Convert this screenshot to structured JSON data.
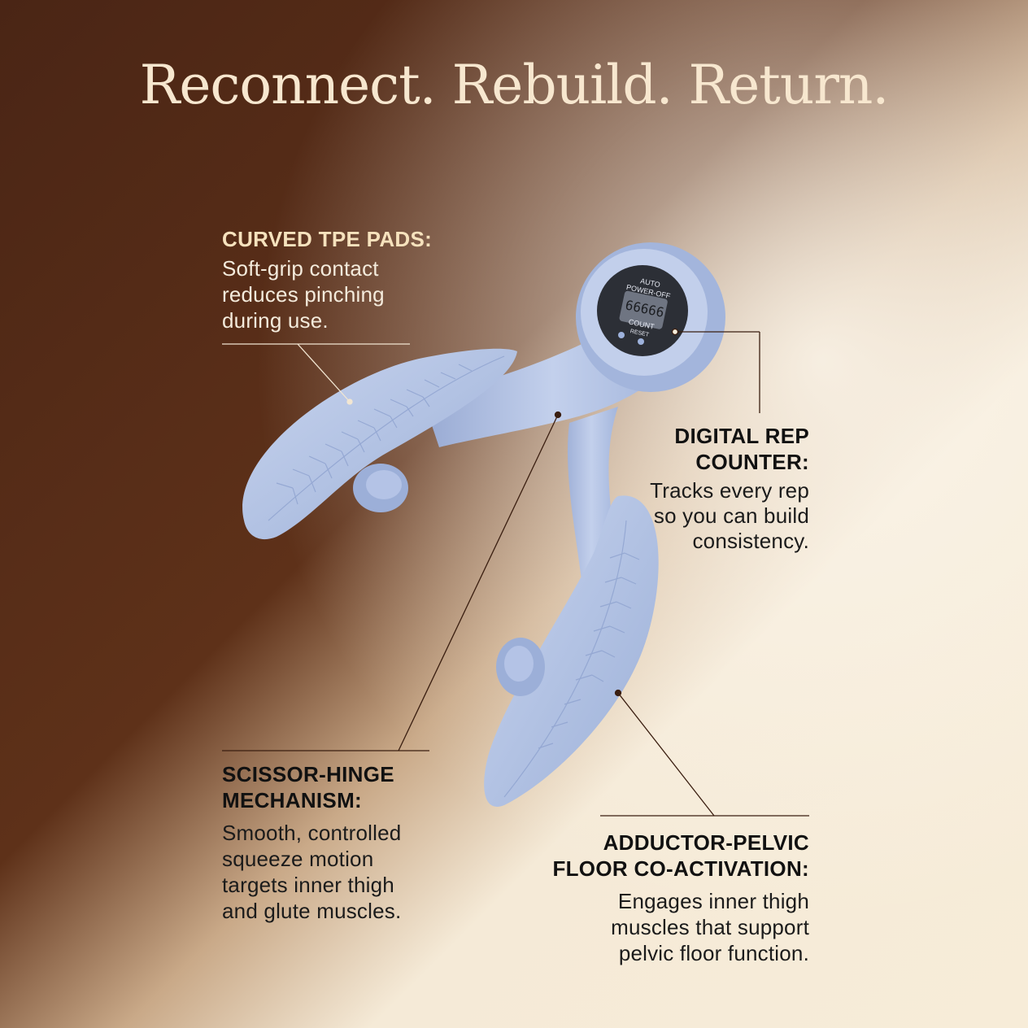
{
  "headline": "Reconnect. Rebuild. Return.",
  "colors": {
    "bg_dark": "#4a2616",
    "bg_mid": "#6a3a20",
    "bg_light": "#f6eedc",
    "device": "#b7c6e4",
    "headline": "#f7e7cf"
  },
  "device": {
    "counter_top_label": "AUTO POWER-OFF",
    "counter_digits": "66666",
    "counter_mid_label": "COUNT",
    "counter_reset_label": "RESET"
  },
  "callouts": {
    "pads": {
      "title": "CURVED TPE PADS:",
      "body": [
        "Soft-grip contact",
        "reduces pinching",
        "during use."
      ]
    },
    "counter": {
      "title": [
        "DIGITAL REP",
        "COUNTER:"
      ],
      "body": [
        "Tracks every rep",
        "so you can build",
        "consistency."
      ]
    },
    "hinge": {
      "title": [
        "SCISSOR-HINGE",
        "MECHANISM:"
      ],
      "body": [
        "Smooth, controlled",
        "squeeze motion",
        "targets inner thigh",
        "and glute muscles."
      ]
    },
    "adductor": {
      "title": [
        "ADDUCTOR-PELVIC",
        "FLOOR CO-ACTIVATION:"
      ],
      "body": [
        "Engages inner thigh",
        "muscles that support",
        "pelvic floor function."
      ]
    }
  }
}
